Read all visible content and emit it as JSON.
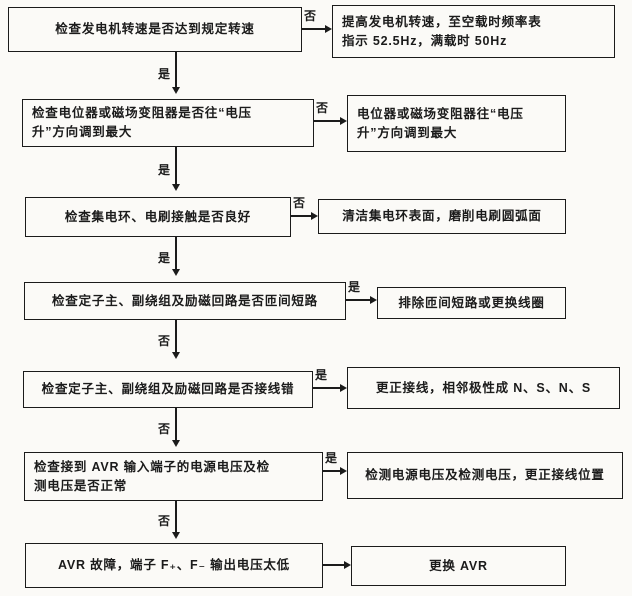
{
  "colors": {
    "ink": "#1b1b1b",
    "paper": "#fbfaf7"
  },
  "flow": {
    "steps": [
      {
        "check": "检查发电机转速是否达到规定转速",
        "branch_label": "否",
        "action": "提高发电机转速，至空载时频率表\n指示 52.5Hz，满载时 50Hz",
        "down_label": "是"
      },
      {
        "check": "检查电位器或磁场变阻器是否往“电压\n升”方向调到最大",
        "branch_label": "否",
        "action": "电位器或磁场变阻器往“电压\n升”方向调到最大",
        "down_label": "是"
      },
      {
        "check": "检查集电环、电刷接触是否良好",
        "branch_label": "否",
        "action": "清洁集电环表面，磨削电刷圆弧面",
        "down_label": "是"
      },
      {
        "check": "检查定子主、副绕组及励磁回路是否匝间短路",
        "branch_label": "是",
        "action": "排除匝间短路或更换线圈",
        "down_label": "否"
      },
      {
        "check": "检查定子主、副绕组及励磁回路是否接线错",
        "branch_label": "是",
        "action": "更正接线，相邻极性成 N、S、N、S",
        "down_label": "否"
      },
      {
        "check": "检查接到 AVR 输入端子的电源电压及检\n测电压是否正常",
        "branch_label": "是",
        "action": "检测电源电压及检测电压，更正接线位置",
        "down_label": "否"
      },
      {
        "check": "AVR 故障，端子 F₊、F₋ 输出电压太低",
        "branch_label": "",
        "action": "更换 AVR",
        "down_label": ""
      }
    ]
  }
}
